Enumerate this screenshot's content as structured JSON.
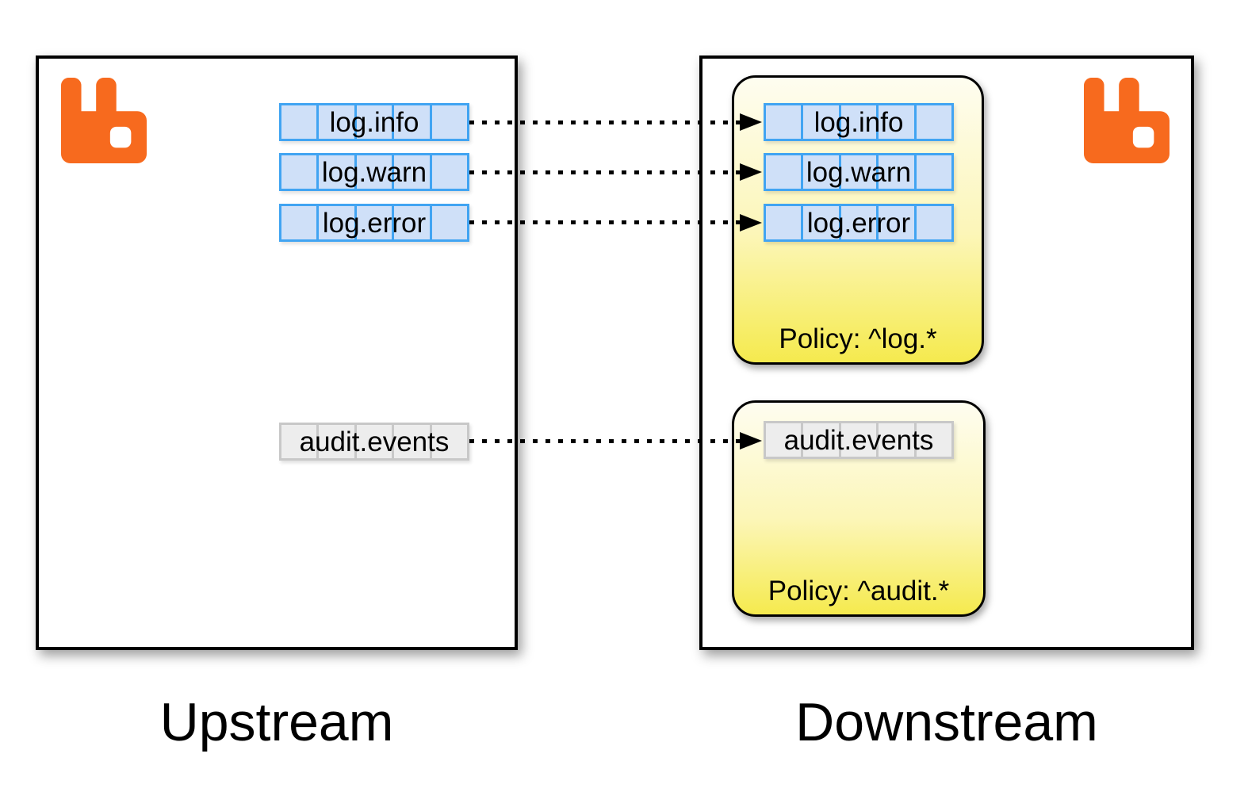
{
  "upstream": {
    "label": "Upstream",
    "queues": [
      {
        "label": "log.info"
      },
      {
        "label": "log.warn"
      },
      {
        "label": "log.error"
      },
      {
        "label": "audit.events"
      }
    ]
  },
  "downstream": {
    "label": "Downstream",
    "policies": [
      {
        "label": "Policy: ^log.*",
        "queues": [
          {
            "label": "log.info"
          },
          {
            "label": "log.warn"
          },
          {
            "label": "log.error"
          }
        ]
      },
      {
        "label": "Policy: ^audit.*",
        "queues": [
          {
            "label": "audit.events"
          }
        ]
      }
    ]
  },
  "icons": {
    "broker_logo": "rabbitmq-logo"
  },
  "colors": {
    "rabbit_orange": "#f76a1e",
    "queue_blue_fill": "#cfe0f8",
    "queue_blue_border": "#41a4f2",
    "queue_gray_fill": "#ededed",
    "queue_gray_border": "#c8c8c8",
    "policy_gradient_top": "#fefdf0",
    "policy_gradient_mid": "#fcf6b8",
    "policy_gradient_bottom": "#f5ea4e",
    "line_black": "#000000"
  }
}
